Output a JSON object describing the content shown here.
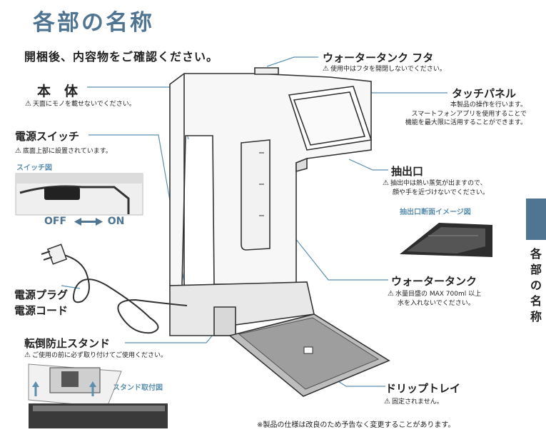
{
  "title": "各部の名称",
  "intro": "開梱後、内容物をご確認ください。",
  "side_tab": [
    "各",
    "部",
    "の",
    "名",
    "称"
  ],
  "labels": {
    "lid": {
      "name": "ウォータータンク フタ",
      "note": "使用中はフタを開閉しないでください。"
    },
    "body": {
      "name": "本　体",
      "note": "天面にモノを載せないでください。"
    },
    "power_switch": {
      "name": "電源スイッチ",
      "note": "底面上部に設置されています。",
      "sub": "スイッチ図",
      "off": "OFF",
      "on": "ON"
    },
    "touch_panel": {
      "name": "タッチパネル",
      "desc": [
        "本製品の操作を行います。",
        "スマートフォンアプリを使用することで",
        "機能を最大限に活用することができます。"
      ]
    },
    "outlet": {
      "name": "抽出口",
      "note_lines": [
        "抽出中は熱い蒸気が出ますので、",
        "顔や手を近づけないでください。"
      ],
      "sub": "抽出口断面イメージ図"
    },
    "water_tank": {
      "name": "ウォータータンク",
      "note_lines": [
        "水量目盛の MAX 700ml 以上",
        "水を入れないでください。"
      ]
    },
    "plug": {
      "name1": "電源プラグ",
      "name2": "電源コード"
    },
    "stand": {
      "name": "転倒防止スタンド",
      "note": "ご使用の前に必ず取り付けてご使用ください。",
      "sub": "スタンド取付図"
    },
    "drip_tray": {
      "name": "ドリップトレイ",
      "note": "固定されません。"
    }
  },
  "warn_symbol": "⚠",
  "footer": "※製品の仕様は改良のため予告なく変更することがあります。"
}
